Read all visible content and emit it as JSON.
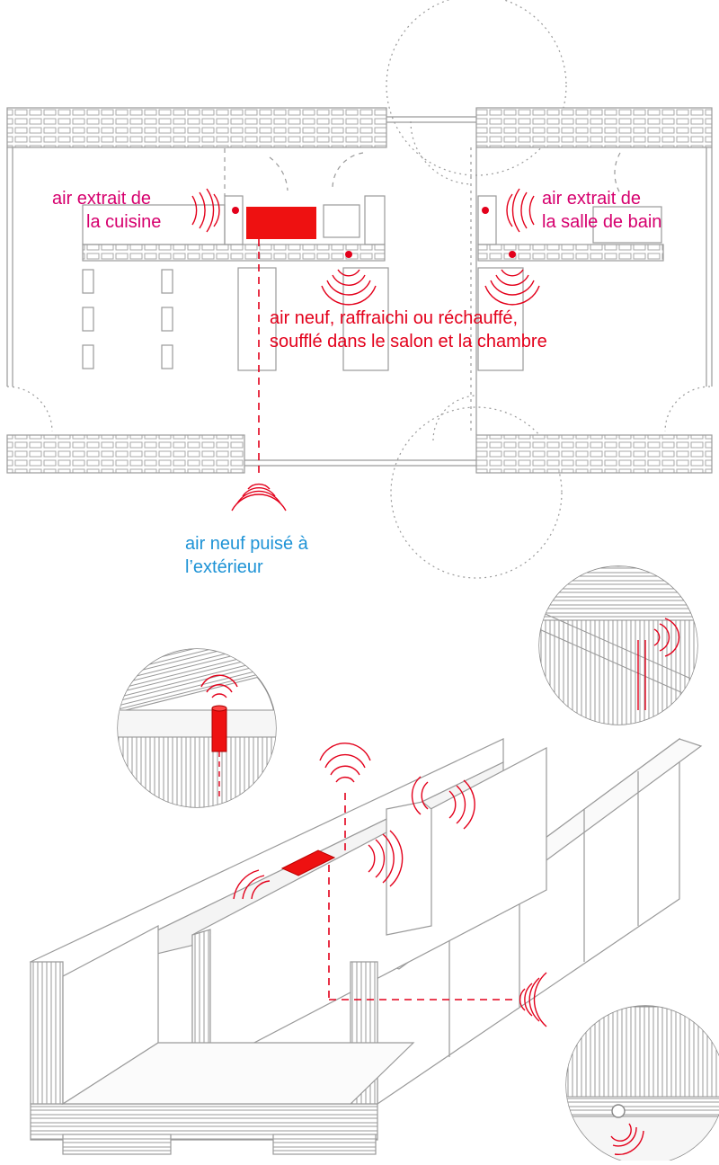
{
  "labels": {
    "kitchen_extract": [
      "air extrait de",
      "la cuisine"
    ],
    "bathroom_extract": [
      "air extrait de",
      "la salle de bain"
    ],
    "supply": [
      "air neuf, raffraichi ou réchauffé,",
      "soufflé dans le salon et la chambre"
    ],
    "outside_intake": [
      "air neuf puisé à",
      "l’extérieur"
    ]
  },
  "colors": {
    "extract": "#d6006e",
    "supply": "#e3001b",
    "intake": "#1e93d6",
    "structure": "#9a9a9a",
    "unit": "#ee1111"
  },
  "icons": [
    "airflow-waves-icon",
    "ventilation-unit-icon",
    "duct-dashed-line"
  ]
}
